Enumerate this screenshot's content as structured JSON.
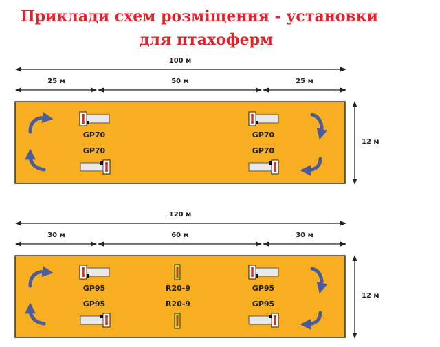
{
  "title": {
    "line1": "Приклади схем розміщення - установки",
    "line2": "для птахоферм"
  },
  "colors": {
    "title": "#e0242b",
    "floor": "#f7ae21",
    "arrow": "#4a5c9e",
    "heater": "#c9352b",
    "heater_body": "#e8e8e8",
    "r20": "#c8d42a"
  },
  "layout1": {
    "total": "100 м",
    "left": "25 м",
    "middle": "50 м",
    "right": "25 м",
    "width": "12 м",
    "units": {
      "top_left": "GP70",
      "bottom_left": "GP70",
      "top_right": "GP70",
      "bottom_right": "GP70"
    }
  },
  "layout2": {
    "total": "120 м",
    "left": "30 м",
    "middle": "60 м",
    "right": "30 м",
    "width": "12 м",
    "units": {
      "top_left": "GP95",
      "bottom_left": "GP95",
      "top_middle": "R20-9",
      "bottom_middle": "R20-9",
      "top_right": "GP95",
      "bottom_right": "GP95"
    }
  }
}
